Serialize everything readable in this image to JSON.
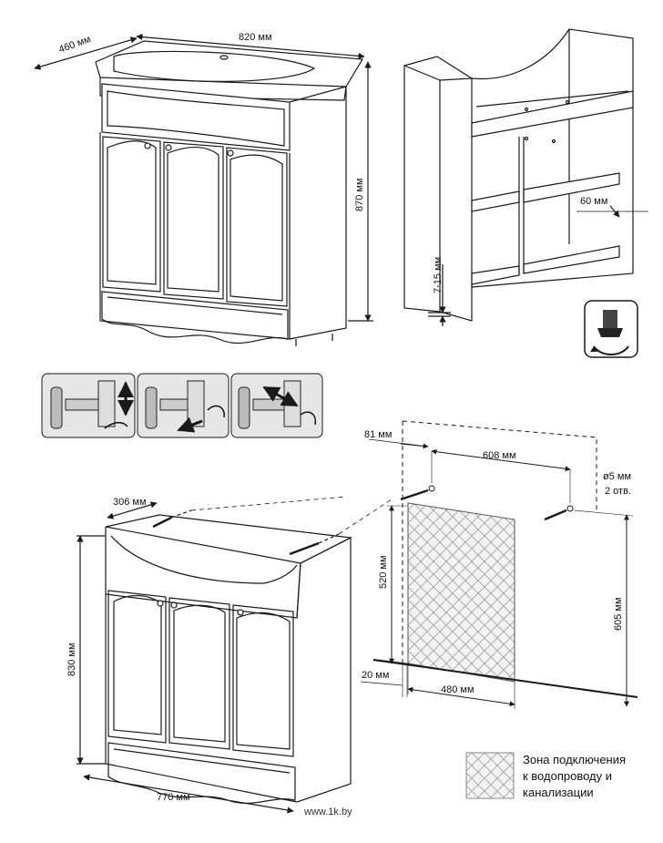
{
  "top_view": {
    "width_label": "820 мм",
    "depth_label": "460 мм",
    "height_label": "870 мм"
  },
  "frame_view": {
    "side_offset_label": "60 мм",
    "foot_label": "7-15 мм"
  },
  "bottom_view": {
    "depth_label": "306 мм",
    "height_label": "830 мм",
    "width_label": "770 мм"
  },
  "wall_scheme": {
    "left_offset_label": "81 мм",
    "hole_spacing_label": "608 мм",
    "hole_diameter_label": "ø5 мм",
    "hole_count_label": "2 отв.",
    "zone_height_label": "520 мм",
    "hole_height_label": "605 мм",
    "floor_offset_label": "20 мм",
    "zone_width_label": "480 мм"
  },
  "legend": {
    "line1": "Зона подключения",
    "line2": "к водопроводу и",
    "line3": "канализации"
  },
  "watermark": "www.1k.by",
  "colors": {
    "line": "#1a1a1a",
    "panel_bg": "#e6e6e6",
    "hatch": "#9a9a9a",
    "accent": "#333333"
  },
  "icons": {
    "hinge_adjust_1": "vertical-arrows",
    "hinge_adjust_2": "horizontal-arrow",
    "hinge_adjust_3": "depth-arrows",
    "foot_adjust": "rotate-arrow"
  }
}
